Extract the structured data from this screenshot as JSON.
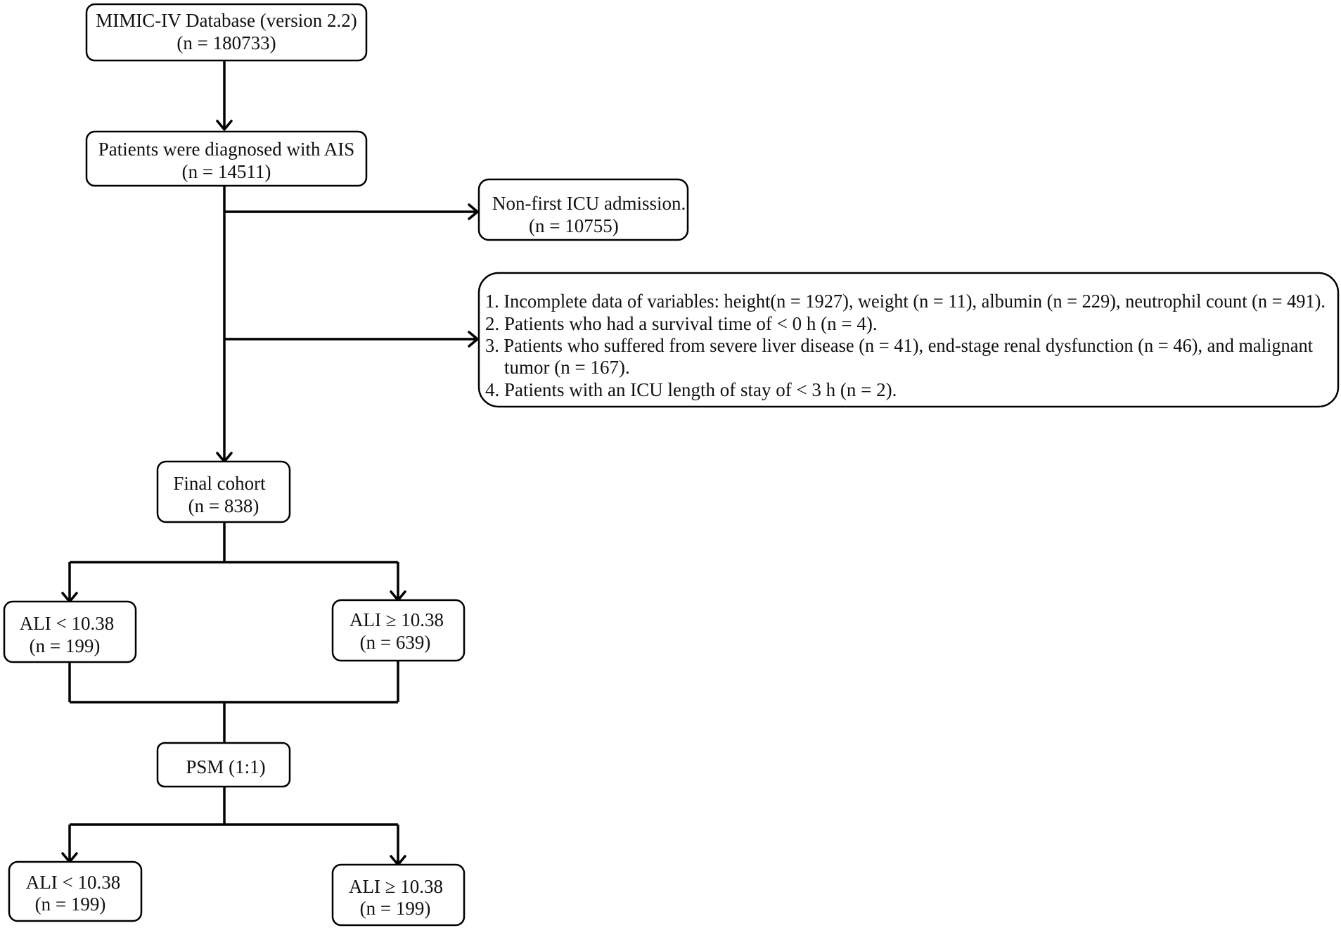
{
  "nodes": {
    "database": {
      "line1": "MIMIC-IV Database (version 2.2)",
      "line2": "(n = 180733)"
    },
    "ais": {
      "line1": "Patients were diagnosed with AIS",
      "line2": "(n = 14511)"
    },
    "non_first": {
      "line1": "Non-first ICU admission.",
      "line2": "(n = 10755)"
    },
    "exclusions": {
      "item1": "1. Incomplete data of variables: height(n = 1927), weight (n = 11), albumin (n = 229), neutrophil count (n = 491).",
      "item2": "2. Patients who had a survival time of < 0 h (n = 4).",
      "item3a": "3. Patients who suffered from severe liver disease (n = 41), end-stage renal dysfunction (n = 46), and malignant",
      "item3b": "tumor (n = 167).",
      "item4": "4. Patients with an ICU length of stay of < 3 h (n = 2)."
    },
    "final_cohort": {
      "line1": "Final cohort",
      "line2": "(n = 838)"
    },
    "ali_low": {
      "line1": "ALI < 10.38",
      "line2": "(n = 199)"
    },
    "ali_high": {
      "line1": "ALI ≥ 10.38",
      "line2": "(n = 639)"
    },
    "psm": {
      "line1": "PSM (1:1)"
    },
    "psm_low": {
      "line1": "ALI < 10.38",
      "line2": "(n = 199)"
    },
    "psm_high": {
      "line1": "ALI ≥ 10.38",
      "line2": "(n = 199)"
    }
  },
  "colors": {
    "stroke": "#000000",
    "text": "#111111",
    "background": "#ffffff"
  }
}
